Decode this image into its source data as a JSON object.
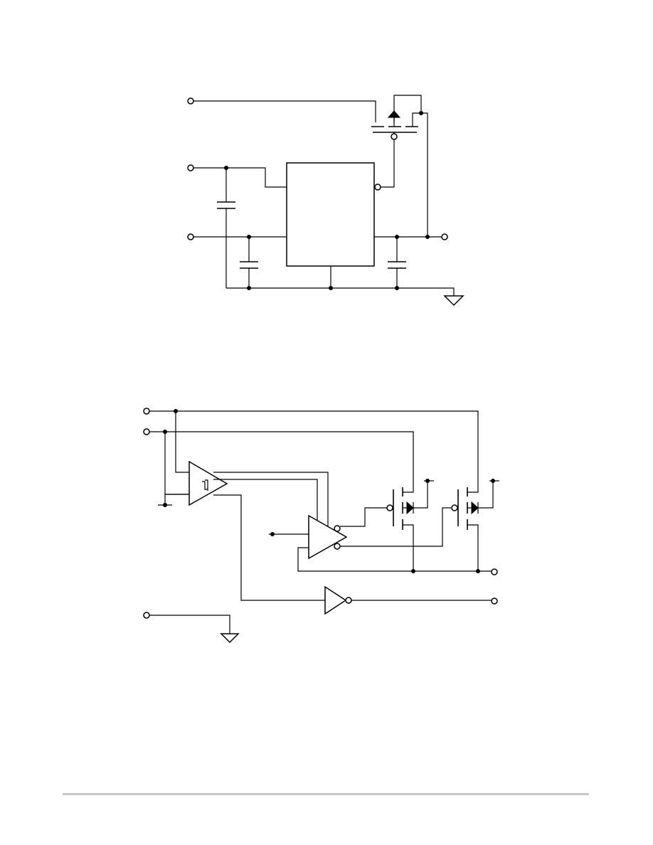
{
  "document": {
    "figures": [
      {
        "id": "fig-top",
        "kind": "circuit-schematic"
      },
      {
        "id": "fig-bottom",
        "kind": "circuit-schematic"
      }
    ],
    "colors": {
      "ink": "#000000",
      "background": "#ffffff",
      "footer_rule": "#c8c8c8"
    }
  }
}
